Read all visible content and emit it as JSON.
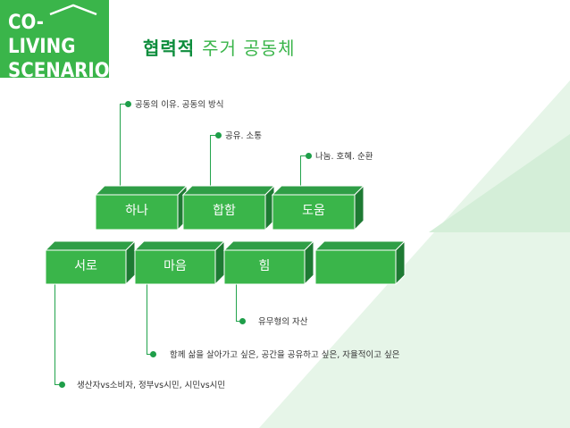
{
  "logo": {
    "line1": "CO-LIVING",
    "line2": "SCENARIOS"
  },
  "title": {
    "strong": "협력적",
    "rest": "주거 공동체"
  },
  "top_row": [
    "하나",
    "합함",
    "도움"
  ],
  "bottom_row": [
    "서로",
    "마음",
    "힘",
    ""
  ],
  "labels": {
    "reason": "공동의 이유. 공동의 방식",
    "share": "공유. 소통",
    "mutual": "나눔. 호혜. 순환",
    "assets": "유무형의 자산",
    "together": "함께 삶을 살아가고 싶은, 공간을 공유하고 싶은, 자율적이고 싶은",
    "relations": "생산자vs소비자, 정부vs시민, 시민vs시민"
  },
  "colors": {
    "green": "#3ab54a",
    "dark_green": "#0d8d3c",
    "light_green": "#e3f4e6"
  }
}
